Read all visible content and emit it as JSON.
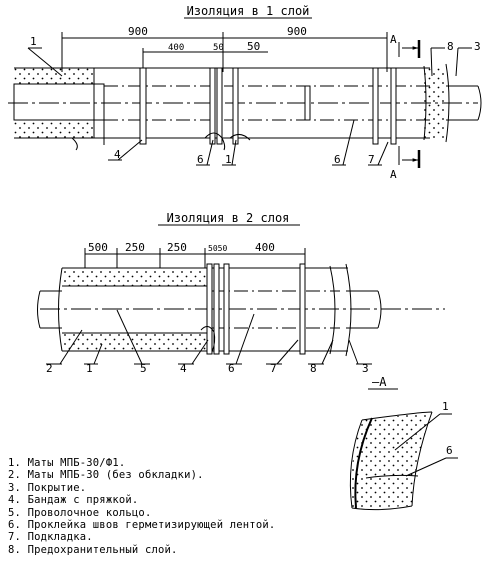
{
  "figure1": {
    "title": "Изоляция в 1 слой",
    "dims": [
      "900",
      "400",
      "50",
      "50",
      "900"
    ],
    "section_mark": "А",
    "callouts": [
      "1",
      "8",
      "3",
      "4",
      "6",
      "1",
      "6",
      "7"
    ]
  },
  "figure2": {
    "title": "Изоляция в 2 слоя",
    "dims": [
      "500",
      "250",
      "250",
      "5050",
      "400"
    ],
    "callouts": [
      "2",
      "1",
      "5",
      "4",
      "6",
      "7",
      "8",
      "3"
    ]
  },
  "section": {
    "title": "–А",
    "callouts": [
      "1",
      "6"
    ]
  },
  "legend": [
    "1. Маты  МПБ-30/Ф1.",
    "2. Маты  МПБ-30 (без обкладки).",
    "3. Покрытие.",
    "4. Бандаж с пряжкой.",
    "5. Проволочное кольцо.",
    "6. Проклейка швов герметизирующей лентой.",
    "7. Подкладка.",
    "8. Предохранительный слой."
  ]
}
